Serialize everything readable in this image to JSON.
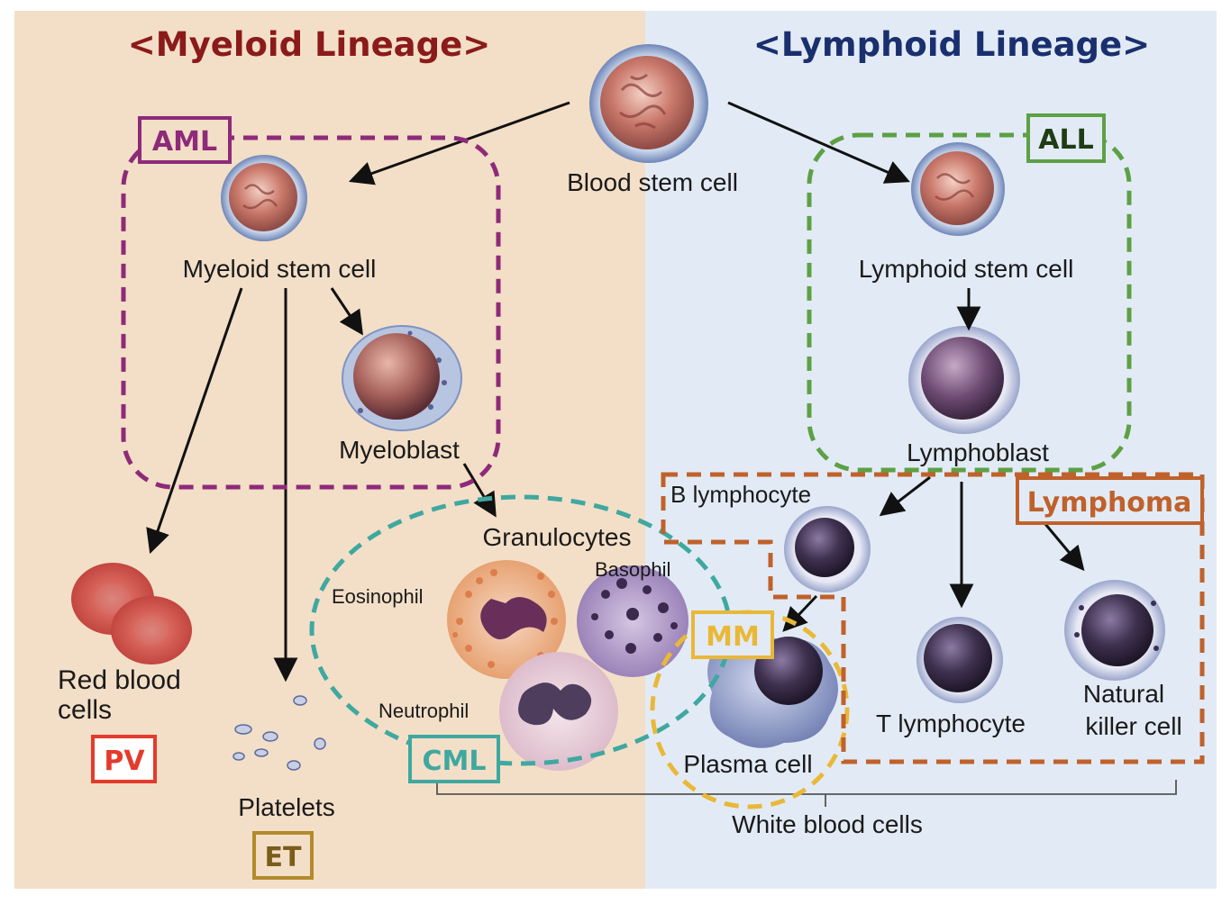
{
  "titles": {
    "myeloid": "<Myeloid Lineage>",
    "lymphoid": "<Lymphoid Lineage>"
  },
  "cells": {
    "blood_stem_cell": "Blood stem cell",
    "myeloid_stem_cell": "Myeloid stem cell",
    "myeloblast": "Myeloblast",
    "granulocytes": "Granulocytes",
    "eosinophil": "Eosinophil",
    "basophil": "Basophil",
    "neutrophil": "Neutrophil",
    "red_blood_cells_line1": "Red blood",
    "red_blood_cells_line2": "cells",
    "platelets": "Platelets",
    "lymphoid_stem_cell": "Lymphoid stem cell",
    "lymphoblast": "Lymphoblast",
    "b_lymphocyte": "B lymphocyte",
    "t_lymphocyte": "T lymphocyte",
    "plasma_cell": "Plasma cell",
    "nk_line1": "Natural",
    "nk_line2": "killer cell",
    "white_blood_cells": "White blood cells"
  },
  "diseases": {
    "aml": "AML",
    "all": "ALL",
    "cml": "CML",
    "mm": "MM",
    "lymphoma": "Lymphoma",
    "pv": "PV",
    "et": "ET"
  },
  "colors": {
    "myeloid_bg": "#f3dfc7",
    "lymphoid_bg": "#e2ebf5",
    "myeloid_title": "#8b1a1a",
    "lymphoid_title": "#1a2f6e",
    "aml": "#8e2a7a",
    "all": "#5da045",
    "cml": "#3fa8a0",
    "mm": "#e9b838",
    "lymphoma": "#c0612b",
    "pv": "#e33b2c",
    "et": "#b38a2c"
  }
}
